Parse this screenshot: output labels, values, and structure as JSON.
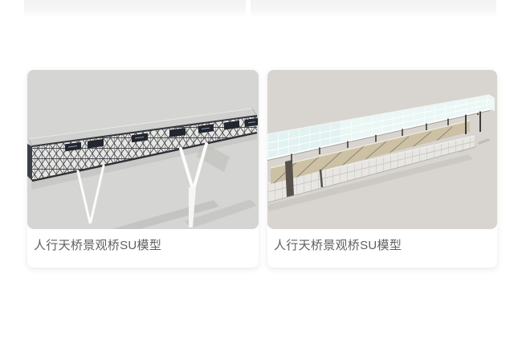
{
  "cards": [
    {
      "title": "人行天桥景观桥SU模型",
      "image_icon": "truss-footbridge-3d-model"
    },
    {
      "title": "人行天桥景观桥SU模型",
      "image_icon": "canopy-footbridge-3d-model"
    }
  ],
  "colors": {
    "page_bg": "#ffffff",
    "top_strip": "#f4f4f4",
    "card_title_text": "#5f5f5f",
    "image1_bg": "#d5d5d3",
    "image2_bg": "#d8d5d0",
    "truss_line_dark": "#474b52",
    "panel_dark": "#22262e",
    "pier_white": "#fbfbfa",
    "canopy_glass": "#eaf7f5",
    "walkway_tan": "#ccc1a5",
    "concrete_base": "#e8e6e2"
  }
}
